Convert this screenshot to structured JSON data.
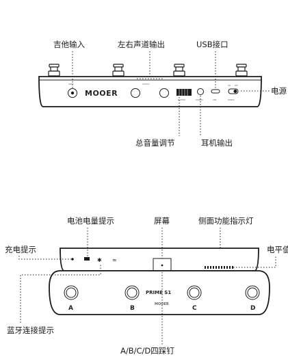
{
  "top_labels": {
    "guitar_input": "吉他输入",
    "lr_output": "左右声道输出",
    "usb_port": "USB接口",
    "power": "电源",
    "master_volume": "总音量调节",
    "headphone_out": "耳机输出"
  },
  "top_device": {
    "brand": "MOOER",
    "input_tag": "INPUT",
    "output_tag": "OUTPUT",
    "master_tag": "MASTER",
    "phones_tag": "PHONES",
    "usb_tag": "USB",
    "power_tag": "POWER",
    "on_tag": "ON",
    "off_tag": "OFF"
  },
  "bottom_labels": {
    "battery_indicator": "电池电量提示",
    "screen": "屏幕",
    "side_indicator": "侧面功能指示灯",
    "charge_indicator": "充电提示",
    "level_indicator": "电平值",
    "bluetooth_indicator": "蓝牙连接提示",
    "footswitches": "A/B/C/D四踩钉"
  },
  "bottom_device": {
    "model": "PRIME S1",
    "brand": "MOOER",
    "switches": [
      "A",
      "B",
      "C",
      "D"
    ]
  }
}
